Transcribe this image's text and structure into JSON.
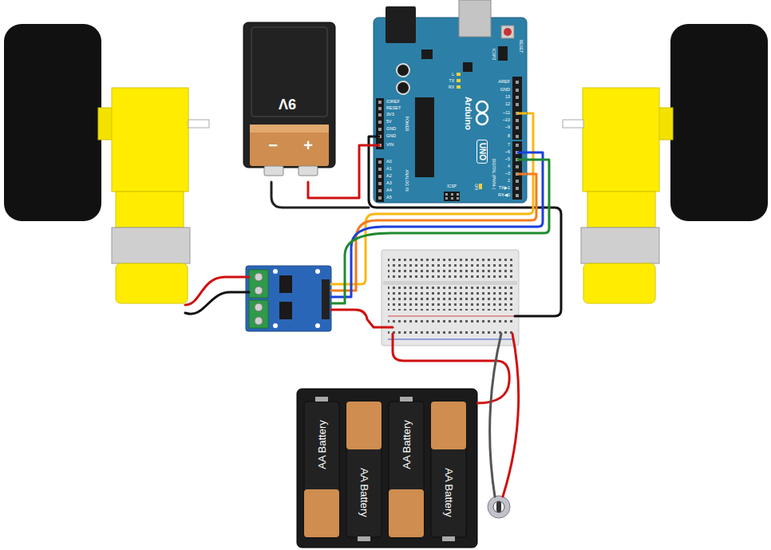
{
  "diagram": {
    "nodes": [
      {
        "text": [
          "9V",
          "−",
          "+"
        ]
      },
      {
        "text": [
          "RESET",
          "ICSP2",
          "L",
          "TX",
          "RX",
          "AREF",
          "GND",
          "13",
          "12",
          "~11",
          "~10",
          "~9",
          "8",
          "7",
          "~6",
          "~5",
          "4",
          "~3",
          "2",
          "TX▶1",
          "RX◀0",
          "DIGITAL (PWM~)",
          "Arduino",
          "UNO",
          "ON",
          "ICSP",
          "IOREF",
          "RESET",
          "3V3",
          "5V",
          "GND",
          "GND",
          "VIN",
          "POWER",
          "A0",
          "A1",
          "A2",
          "A3",
          "A4",
          "A5",
          "ANALOG IN"
        ]
      },
      {
        "text": [
          "AA Battery"
        ]
      },
      {
        "text": [
          "AA Battery"
        ]
      },
      {
        "text": [
          "AA Battery"
        ]
      },
      {
        "text": [
          "AA Battery"
        ]
      }
    ],
    "edges": [
      {
        "from": 0,
        "to": 1,
        "arrow": "none"
      }
    ]
  }
}
